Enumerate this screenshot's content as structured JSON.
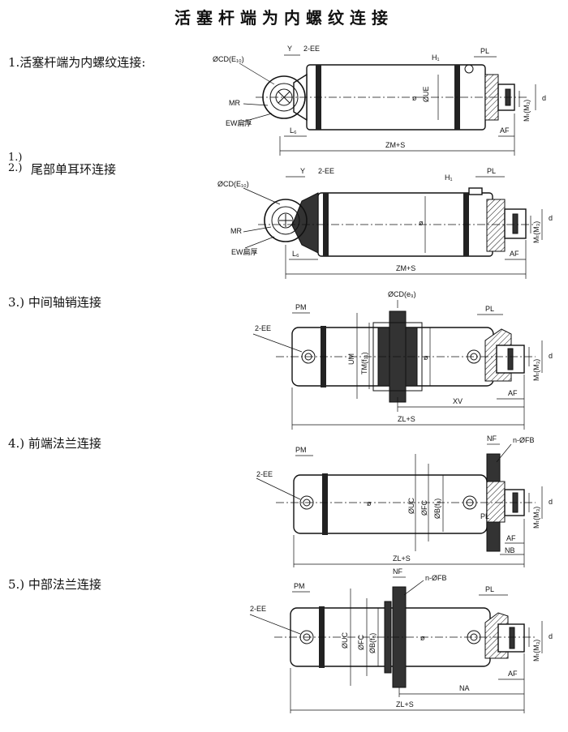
{
  "title": "活塞杆端为内螺纹连接",
  "sections": [
    {
      "caption": "1.活塞杆端为内螺纹连接:",
      "labels": {
        "cd": "ØCD(E₁₀)",
        "y": "Y",
        "ee": "2-EE",
        "h1": "H₁",
        "pl": "PL",
        "ue": "ØUE",
        "mr": "MR",
        "ew": "EW扁厚",
        "l6": "L₆",
        "af": "AF",
        "mt": "Mₜ(M₃)",
        "d": "d",
        "phi": "ø",
        "zm": "ZM+S"
      }
    },
    {
      "caption_num": "1.)\n2.)",
      "caption": "尾部单耳环连接",
      "labels": {
        "cd": "ØCD(E₁₀)",
        "y": "Y",
        "ee": "2-EE",
        "h1": "H₁",
        "pl": "PL",
        "mr": "MR",
        "ew": "EW扁厚",
        "l6": "L₆",
        "af": "AF",
        "mt": "Mₜ(M₃)",
        "d": "d",
        "phi": "ø",
        "zm": "ZM+S"
      }
    },
    {
      "caption": "3.) 中间轴销连接",
      "labels": {
        "pm": "PM",
        "cd": "ØCD(e₉)",
        "ee": "2-EE",
        "pl": "PL",
        "um": "UM",
        "tm": "TM(f₁₁)",
        "af": "AF",
        "mt": "Mₜ(M₃)",
        "d": "d",
        "phi": "ø",
        "xv": "XV",
        "zl": "ZL+S"
      }
    },
    {
      "caption": "4.) 前端法兰连接",
      "labels": {
        "pm": "PM",
        "nf": "NF",
        "nfb": "n-ØFB",
        "ee": "2-EE",
        "uc": "ØUC",
        "fc": "ØFC",
        "b": "ØB(f₈)",
        "pl": "PL",
        "af": "AF",
        "nb": "NB",
        "mt": "Mₜ(M₃)",
        "d": "d",
        "phi": "ø",
        "zl": "ZL+S"
      }
    },
    {
      "caption": "5.) 中部法兰连接",
      "labels": {
        "pm": "PM",
        "nf": "NF",
        "nfb": "n-ØFB",
        "ee": "2-EE",
        "uc": "ØUC",
        "fc": "ØFC",
        "b": "ØB(f₈)",
        "pl": "PL",
        "af": "AF",
        "na": "NA",
        "mt": "Mₜ(M₃)",
        "d": "d",
        "phi": "ø",
        "zl": "ZL+S"
      }
    }
  ]
}
